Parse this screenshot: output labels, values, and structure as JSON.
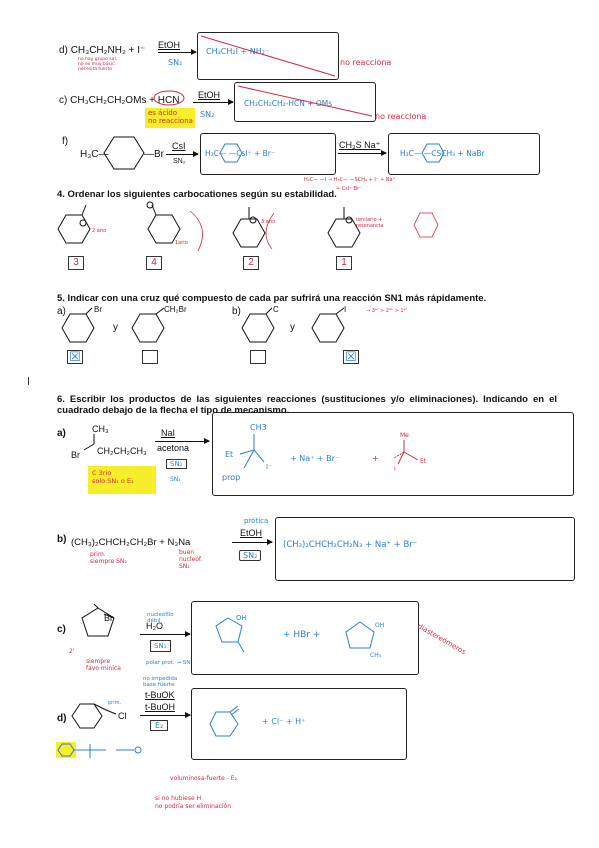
{
  "d_old": {
    "label": "d)",
    "reactants": "CH₃CH₂NH₂ + I⁻",
    "reagent": "EtOH",
    "mech": "SN₂",
    "box_text": "CH₃CH₂I + NH₂⁻",
    "note": "no reacciona",
    "side_note": "no hay grupo sal.\nno es muy básic.\nnecesita fuerte"
  },
  "c_old": {
    "label": "c)",
    "reactants": "CH₃CH₂CH₂OMs + HCN",
    "reagent": "EtOH",
    "circled": "HCN",
    "mech": "SN₂",
    "hl_note": "es ácido\nno reacciona",
    "box_text": "CH₃CH₂CH₂-HCN + OMs",
    "note": "no reacciona"
  },
  "f": {
    "label": "f)",
    "reactant_left": "H₃C—",
    "reactant_right": "—Br",
    "reagent": "CsI",
    "mech": "SN₂",
    "box1_text": "H₃C—    —CsI⁺ + Br⁻",
    "reagent2": "CH₃S Na⁺",
    "box2_text": "H₃C—    —CSCH₃ + NaBr",
    "red_note": "H₃C—  —I  → H₃C—  —SCH₃ + I⁻ + Na⁺",
    "red_note2": "+ CsI⁺ Br⁻"
  },
  "q4": {
    "title": "4. Ordenar los siguientes carbocationes según su estabilidad.",
    "ann": [
      "2 ario",
      "1ario",
      "3 ario",
      "terciario + resonancia"
    ],
    "ranks": [
      "3",
      "4",
      "2",
      "1"
    ]
  },
  "q5": {
    "title": "5. Indicar con una cruz qué compuesto de cada par sufrirá una reacción SN1 más rápidamente.",
    "a": "a)",
    "b": "b)",
    "y": "y",
    "sub1": "Br",
    "sub2": "CH₂Br",
    "sub3": "C",
    "sub4": "I",
    "note": "→ 3ᵉʳ > 2ᵈᵒ > 1ᵉʳ",
    "marks": [
      "☒",
      "",
      "",
      "☒"
    ]
  },
  "q6": {
    "title": "6. Escribir los productos de las siguientes reacciones (sustituciones y/o eliminaciones). Indicando en el cuadrado debajo de la flecha el tipo de mecanismo.",
    "a": {
      "label": "a)",
      "ch3": "CH₃",
      "chain": "CH₂CH₂CH₃",
      "br": "Br",
      "reagent1": "NaI",
      "reagent2": "acetona",
      "mech": "SN₁",
      "mech2": "SN₁",
      "hl_note": "C 3rio\nsolo SN₁ o E₁",
      "prod_ch3": "CH3",
      "prod_et": "Et",
      "prod_prop": "prop",
      "prod_i": "I⁻",
      "prod_rest": "+ Na⁺ + Br⁻",
      "prod_plus": "+",
      "red_me": "Me",
      "red_et": "Et",
      "red_i": "I"
    },
    "b": {
      "label": "b)",
      "reactants": "(CH₃)₂CHCH₂CH₂Br  +  N₃Na",
      "reagent_top": "prótica",
      "reagent": "EtOH",
      "mech": "SN₂",
      "note1": "prim.\nsiempre SN₂",
      "note2": "buen\nnucleóf.\nSN₂",
      "box_text": "(CH₃)₂CHCH₂CH₂N₃ + Na⁺ + Br⁻"
    },
    "c": {
      "label": "c)",
      "br": "Br",
      "reagent": "H₂O",
      "reagent_top": "nucleófilo débil",
      "mech": "SN₁",
      "mech_note": "polar prot. → SN₁",
      "red_note": "siempre\nfavo miníca",
      "red_2": "2'",
      "prod_oh": "OH",
      "prod_mid": "+ HBr +",
      "prod_oh2": "OH",
      "prod_ch3": "CH₃",
      "red_side": "diastereómeros"
    },
    "d": {
      "label": "d)",
      "cl": "Cl",
      "prim": "prim.",
      "reagent_top": "no impedida\nbase fuerte",
      "reagent1": "t-BuOK",
      "reagent2": "t-BuOH",
      "mech": "E₂",
      "box_text": "+ Cl⁻ + H⁺",
      "red_note1": "voluminosa-fuerte - E₂",
      "red_note2": "si no hubiese H\nno podría ser eliminación"
    }
  }
}
